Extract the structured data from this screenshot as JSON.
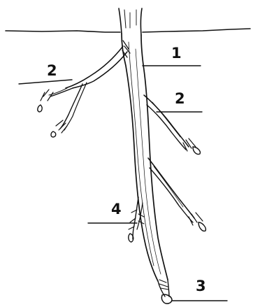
{
  "diagram": {
    "labels": {
      "main_root": "1",
      "lateral_root_left": "2",
      "lateral_root_right": "2",
      "root_tip": "3",
      "root_hairs": "4"
    },
    "colors": {
      "ink": "#111111",
      "background": "#ffffff"
    }
  }
}
